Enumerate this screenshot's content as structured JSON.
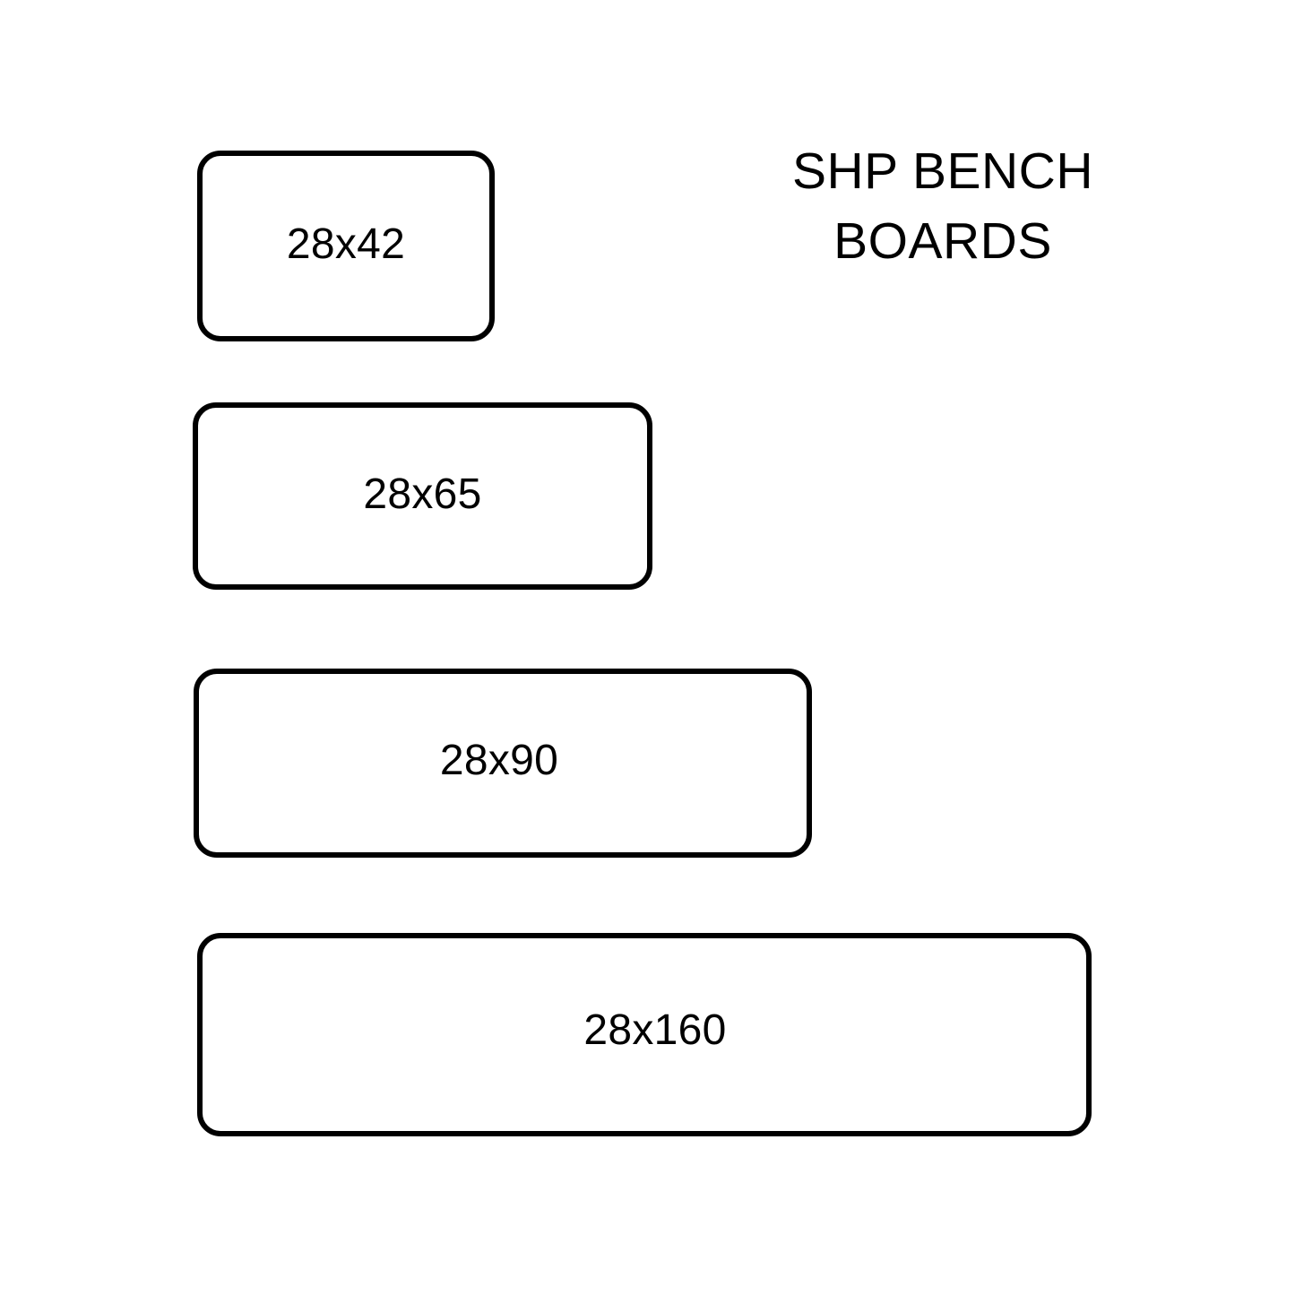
{
  "page": {
    "background_color": "#ffffff",
    "stroke_color": "#000000",
    "text_color": "#000000"
  },
  "title": {
    "line1": "SHP BENCH",
    "line2": "BOARDS",
    "full": "SHP BENCH BOARDS"
  },
  "boards": [
    {
      "label": "28x42",
      "thickness": "28",
      "width_mm": "42"
    },
    {
      "label": "28x65",
      "thickness": "28",
      "width_mm": "65"
    },
    {
      "label": "28x90",
      "thickness": "28",
      "width_mm": "90"
    },
    {
      "label": "28x160",
      "thickness": "28",
      "width_mm": "160"
    }
  ]
}
